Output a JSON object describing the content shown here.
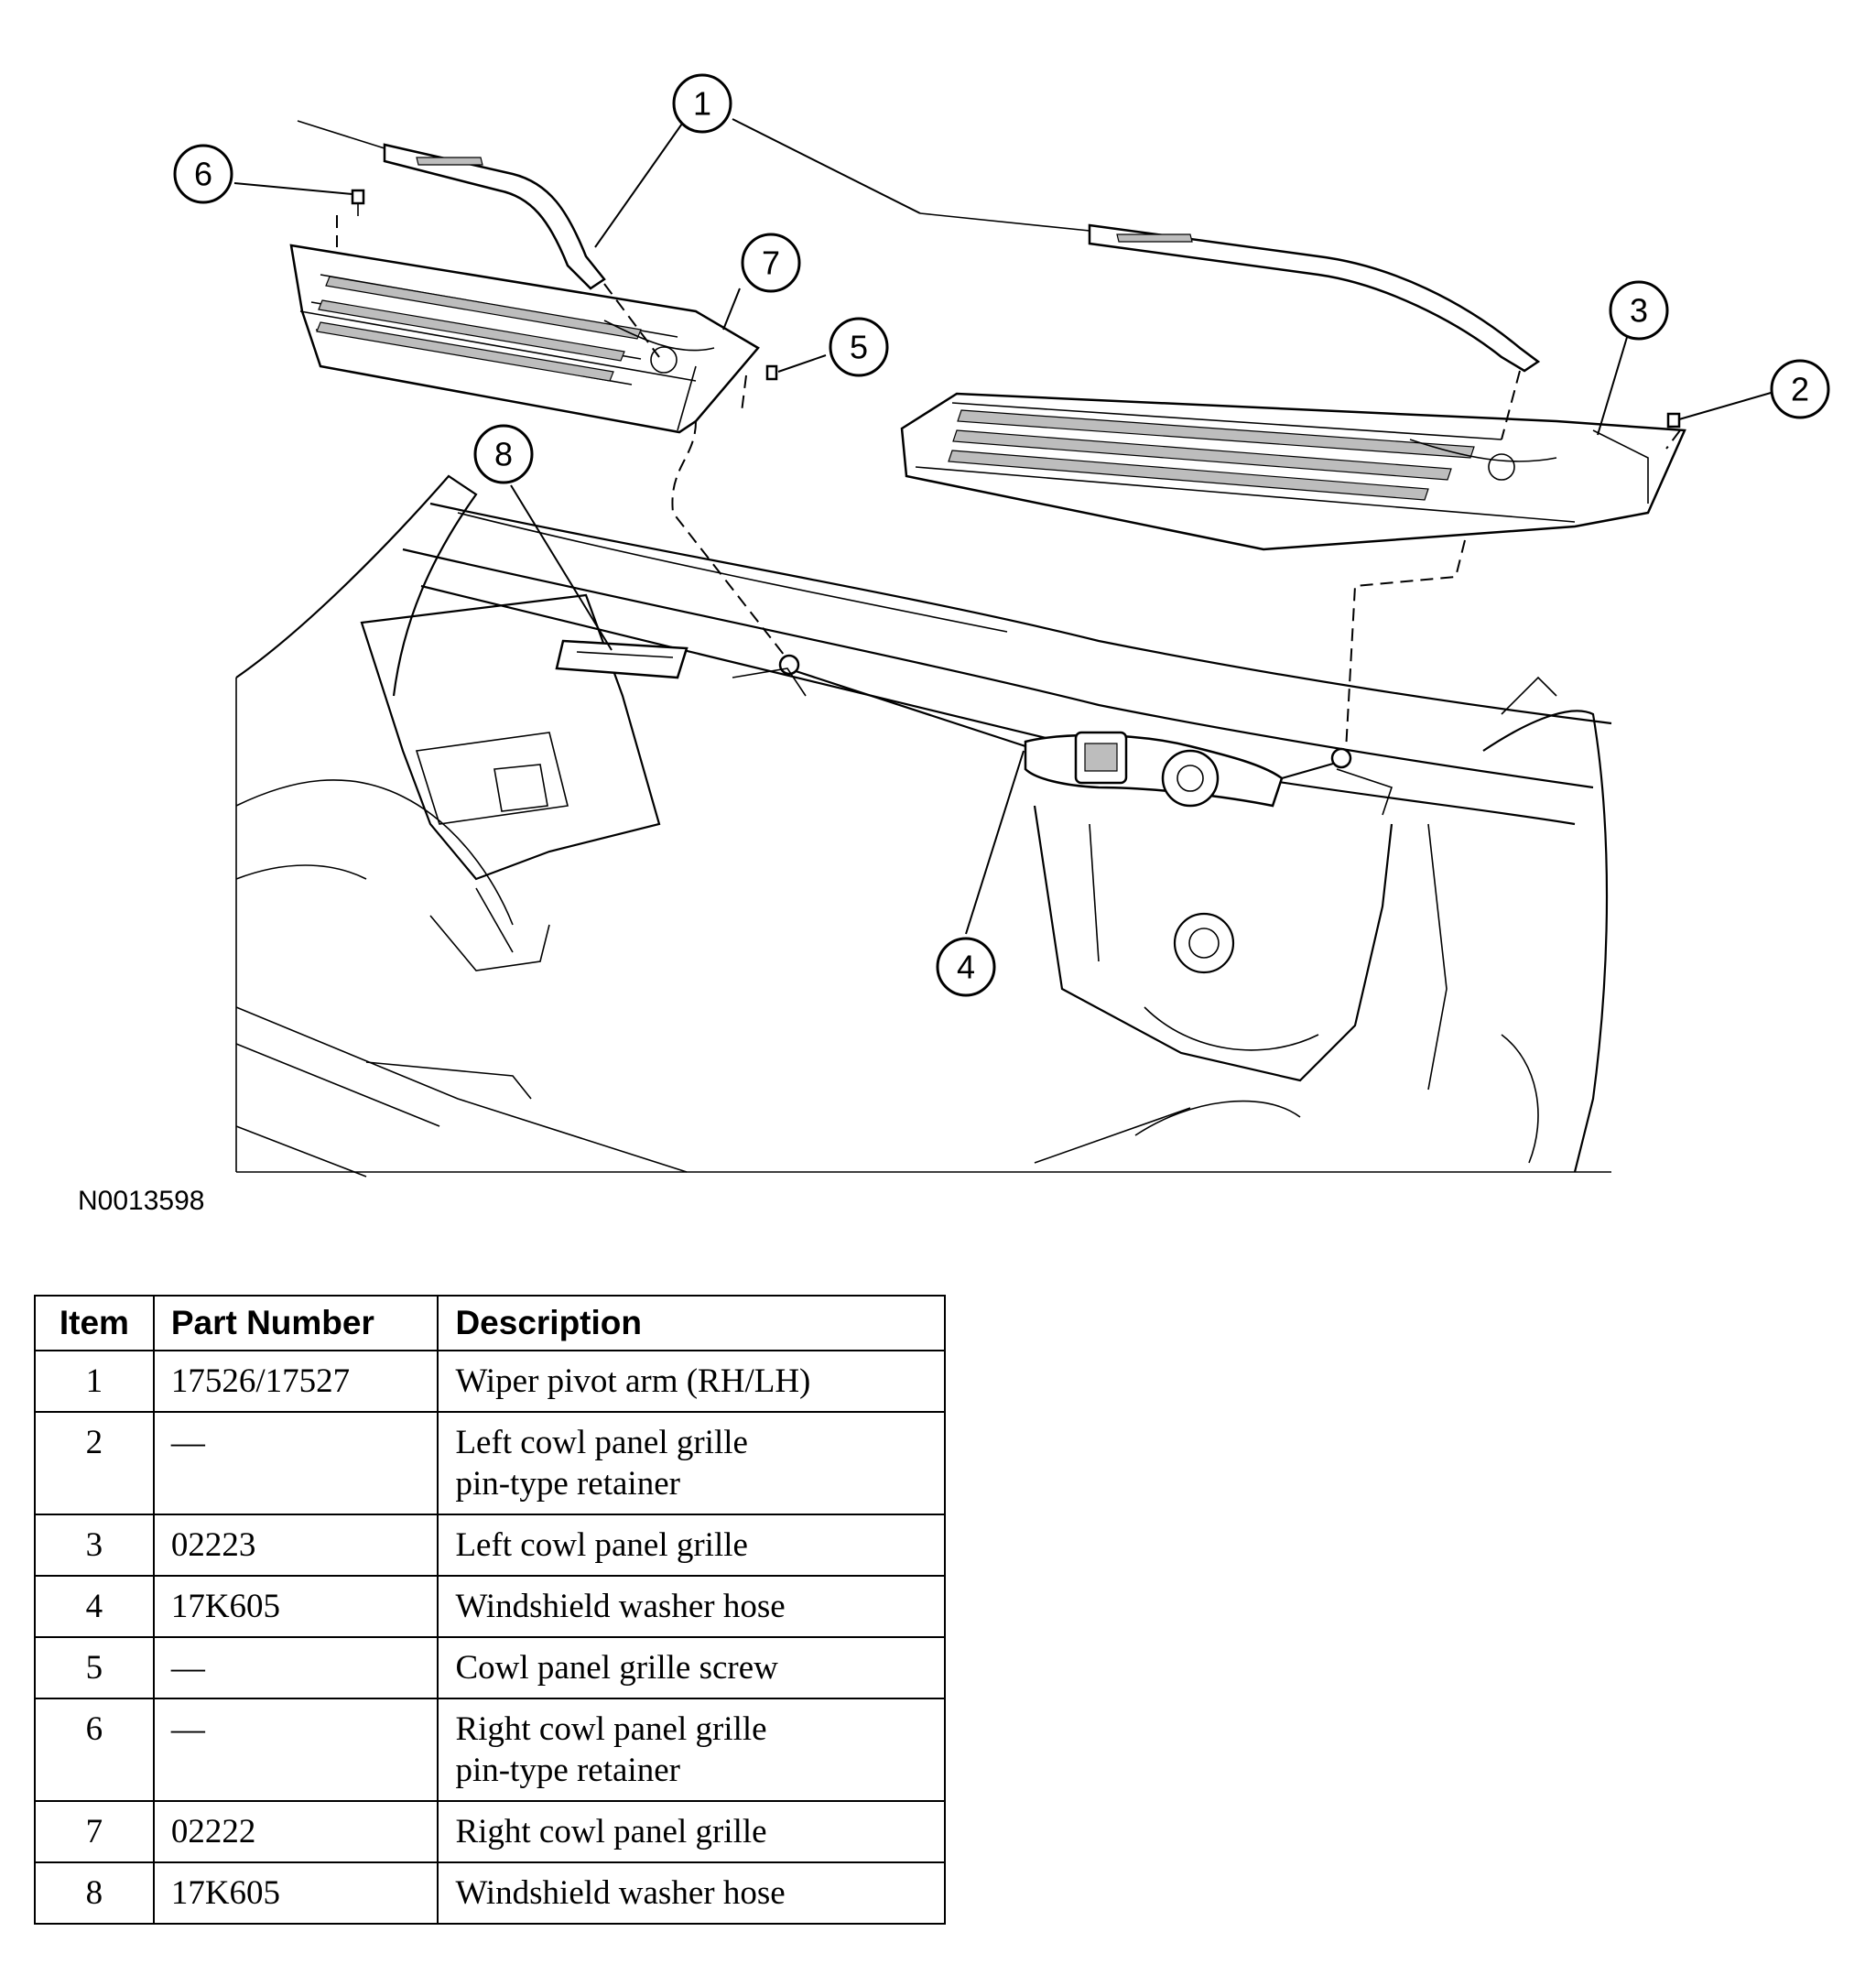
{
  "callouts": [
    "1",
    "2",
    "3",
    "4",
    "5",
    "6",
    "7",
    "8"
  ],
  "figure_id": "N0013598",
  "table": {
    "headers": {
      "item": "Item",
      "part_number": "Part Number",
      "description": "Description"
    },
    "rows": [
      {
        "item": "1",
        "part_number": "17526/17527",
        "description": [
          "Wiper pivot arm (RH/LH)"
        ]
      },
      {
        "item": "2",
        "part_number": "—",
        "description": [
          "Left cowl panel grille",
          "pin-type retainer"
        ]
      },
      {
        "item": "3",
        "part_number": "02223",
        "description": [
          "Left cowl panel grille"
        ]
      },
      {
        "item": "4",
        "part_number": "17K605",
        "description": [
          "Windshield washer hose"
        ]
      },
      {
        "item": "5",
        "part_number": "—",
        "description": [
          "Cowl panel grille screw"
        ]
      },
      {
        "item": "6",
        "part_number": "—",
        "description": [
          "Right cowl panel grille",
          "pin-type retainer"
        ]
      },
      {
        "item": "7",
        "part_number": "02222",
        "description": [
          "Right cowl panel grille"
        ]
      },
      {
        "item": "8",
        "part_number": "17K605",
        "description": [
          "Windshield washer hose"
        ]
      }
    ]
  }
}
